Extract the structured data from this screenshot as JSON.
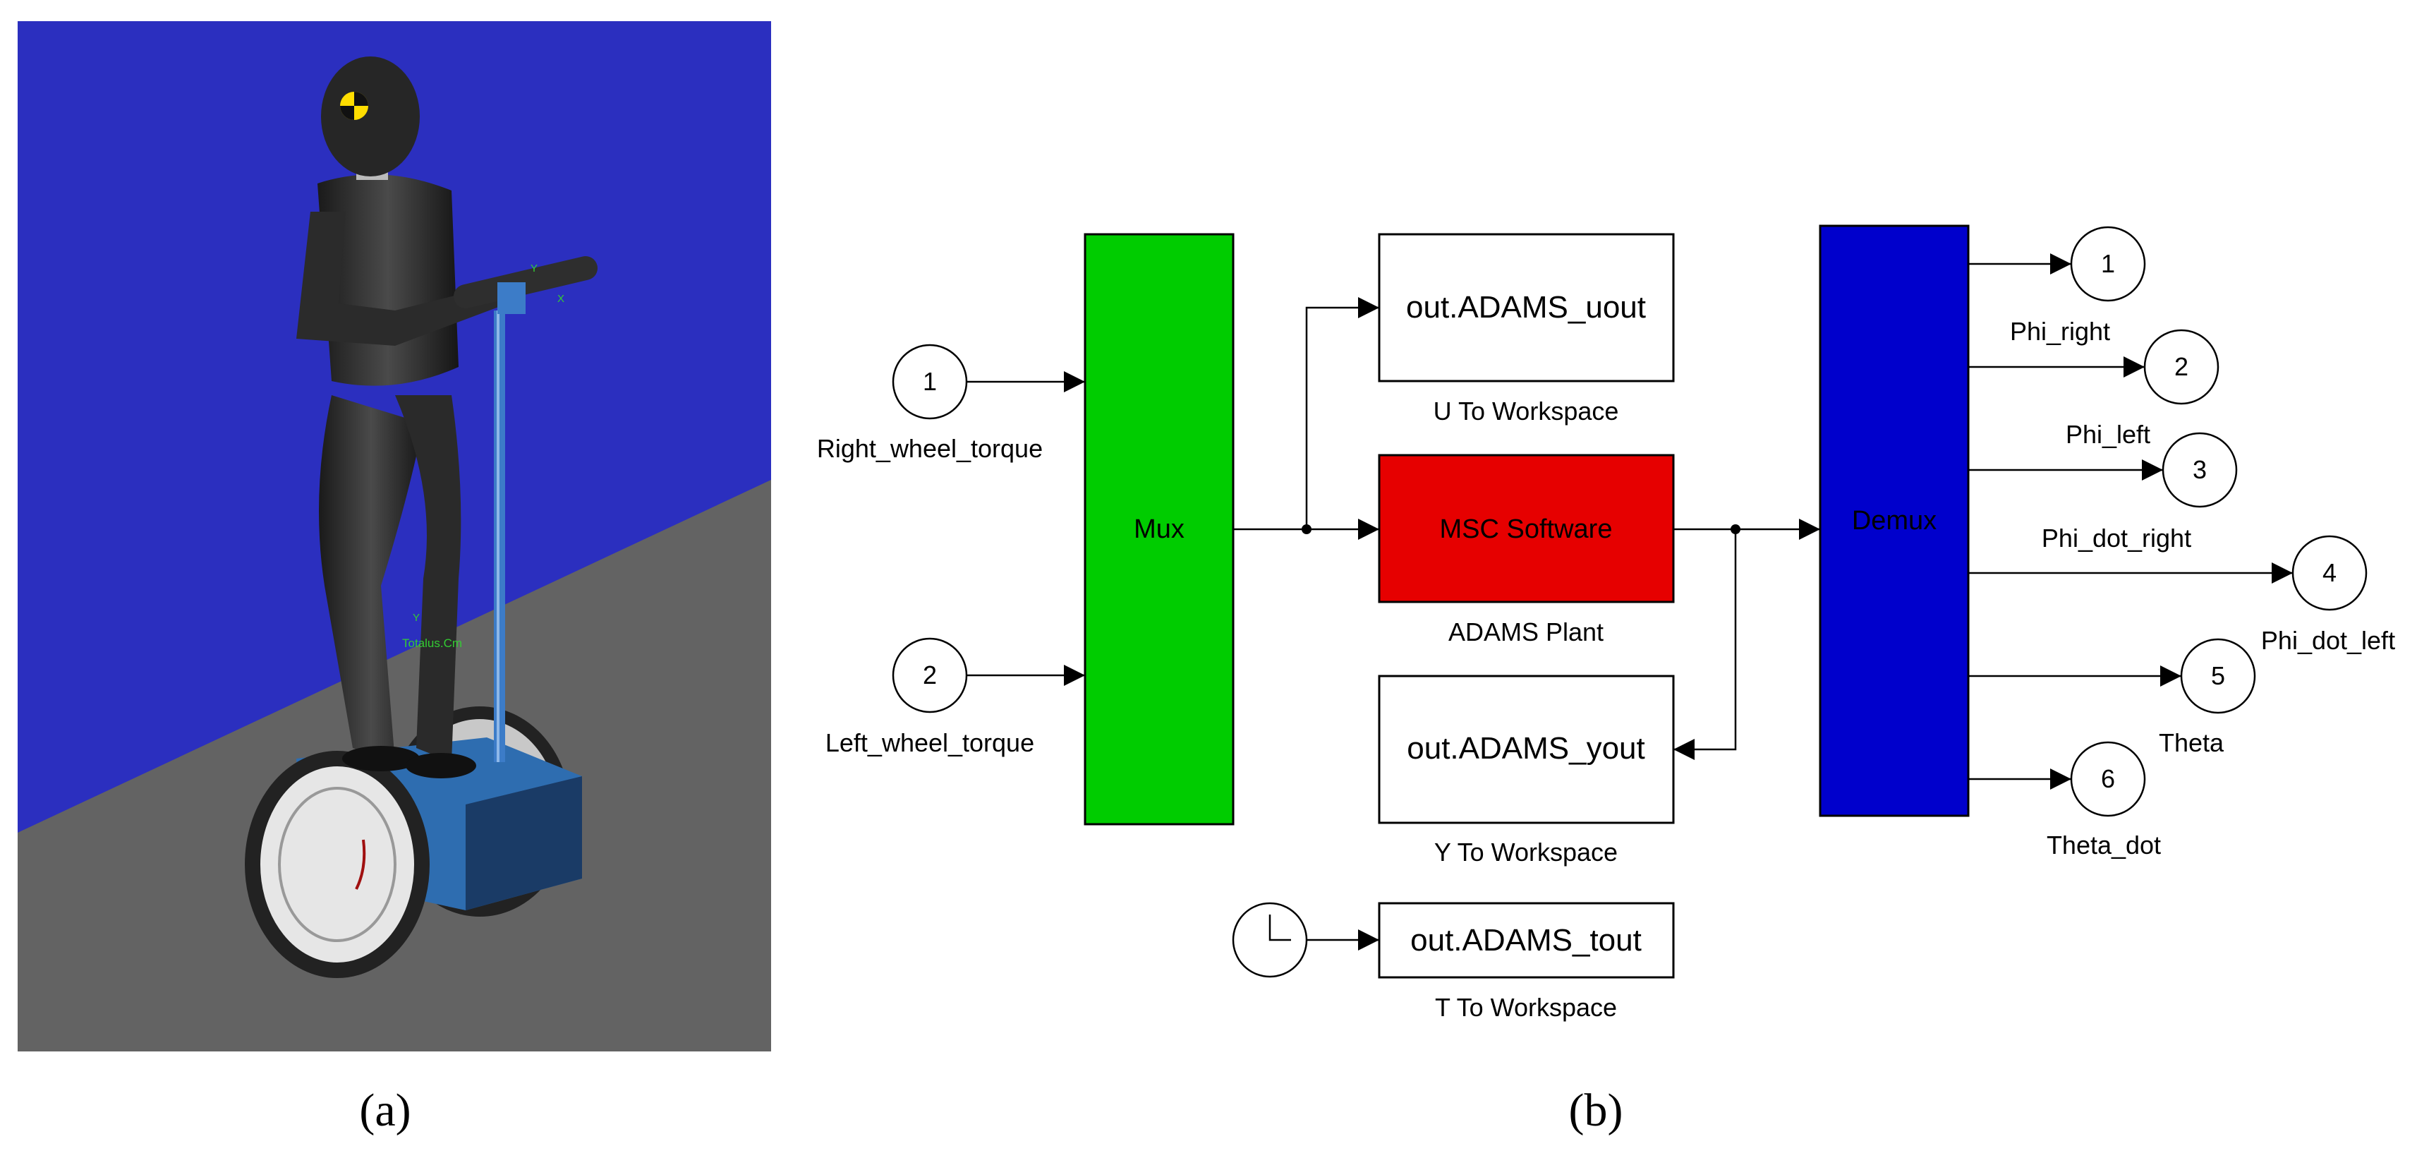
{
  "panel_a": {
    "caption": "(a)",
    "scene": {
      "sky_color": "#2b2fbf",
      "ground_color": "#636363",
      "cg_marker_text": "Totalus.Cm",
      "axis_y_label": "Y",
      "axis_x_label": "X"
    }
  },
  "panel_b": {
    "caption": "(b)",
    "inports": [
      {
        "number": "1",
        "label": "Right_wheel_torque"
      },
      {
        "number": "2",
        "label": "Left_wheel_torque"
      }
    ],
    "mux": {
      "label": "Mux",
      "color": "#00cc00"
    },
    "to_workspace": [
      {
        "text": "out.ADAMS_uout",
        "caption": "U To Workspace"
      },
      {
        "text": "out.ADAMS_yout",
        "caption": "Y To Workspace"
      },
      {
        "text": "out.ADAMS_tout",
        "caption": "T To Workspace"
      }
    ],
    "plant": {
      "text": "MSC Software",
      "caption": "ADAMS Plant",
      "color": "#e60000"
    },
    "demux": {
      "label": "Demux",
      "color": "#0000cc"
    },
    "clock_icon": "clock-icon",
    "outports": [
      {
        "number": "1",
        "label": "Phi_right"
      },
      {
        "number": "2",
        "label": "Phi_left"
      },
      {
        "number": "3",
        "label": "Phi_dot_right"
      },
      {
        "number": "4",
        "label": "Phi_dot_left"
      },
      {
        "number": "5",
        "label": "Theta"
      },
      {
        "number": "6",
        "label": "Theta_dot"
      }
    ]
  }
}
